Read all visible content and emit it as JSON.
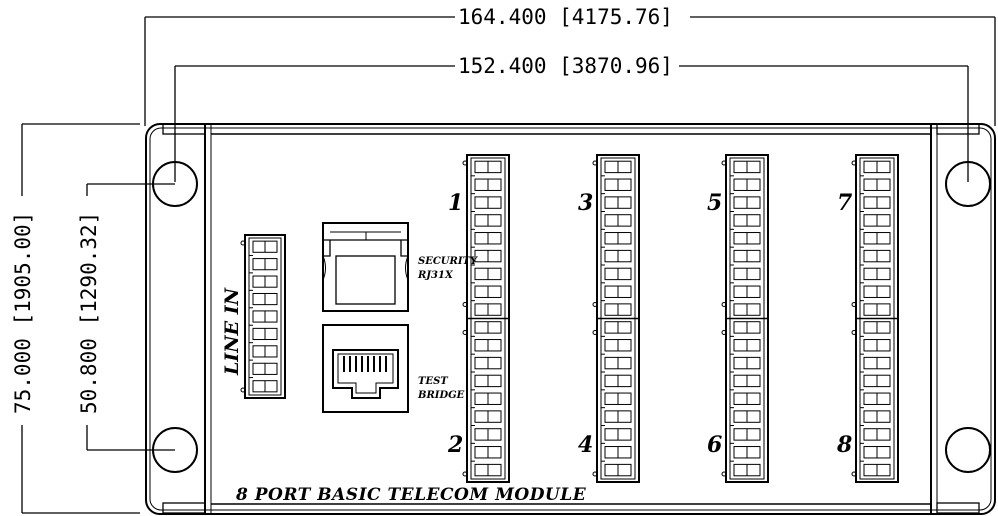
{
  "dimensions": {
    "overall_width": "164.400 [4175.76]",
    "hole_spacing_width": "152.400 [3870.96]",
    "overall_height": "75.000 [1905.00]",
    "hole_spacing_height": "50.800 [1290.32]"
  },
  "labels": {
    "line_in": "LINE IN",
    "security_line1": "SECURITY",
    "security_line2": "RJ31X",
    "test_line1": "TEST",
    "test_line2": "BRIDGE",
    "module_title": "8 PORT BASIC TELECOM MODULE"
  },
  "ports": {
    "p1": "1",
    "p2": "2",
    "p3": "3",
    "p4": "4",
    "p5": "5",
    "p6": "6",
    "p7": "7",
    "p8": "8"
  },
  "colors": {
    "line": "#000000",
    "background": "#ffffff"
  }
}
